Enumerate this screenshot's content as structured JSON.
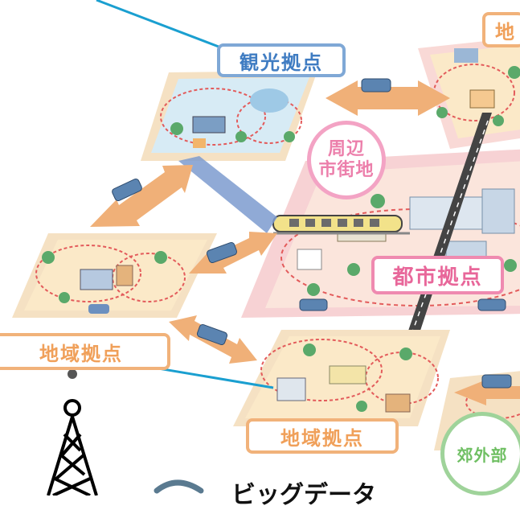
{
  "labels": {
    "kanko": "観光拠点",
    "toshi": "都市拠点",
    "chiiki_left": "地域拠点",
    "chiiki_bottom": "地域拠点",
    "chiiki_top_right": "地",
    "shuhen_line1": "周辺",
    "shuhen_line2": "市街地",
    "kogai": "郊外部",
    "bigdata": "ビッグデータ"
  },
  "colors": {
    "accent_line": "#1a9fd0",
    "road": "#444444",
    "tile_cream": "#fbe9c8",
    "tile_pink": "#f9dcdc",
    "tile_blue": "#d7ebf5",
    "arrow_orange": "#f0b078",
    "bus_blue": "#5b84b1",
    "tree_green": "#5aa96a"
  }
}
